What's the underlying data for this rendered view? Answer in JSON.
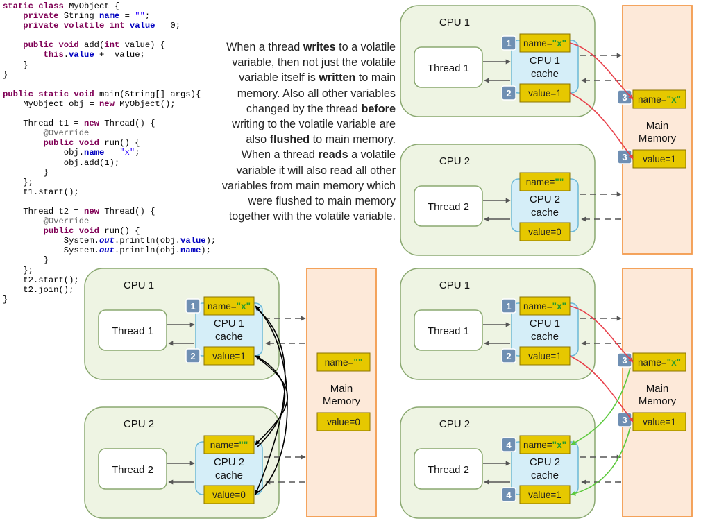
{
  "code": {
    "lines": [
      [
        [
          "kw",
          "static class"
        ],
        [
          "t",
          " MyObject {"
        ]
      ],
      [
        [
          "t",
          "    "
        ],
        [
          "kw",
          "private"
        ],
        [
          "t",
          " String "
        ],
        [
          "fld",
          "name"
        ],
        [
          "t",
          " = "
        ],
        [
          "st",
          "\"\""
        ],
        [
          "t",
          ";"
        ]
      ],
      [
        [
          "t",
          "    "
        ],
        [
          "kw",
          "private volatile int"
        ],
        [
          "t",
          " "
        ],
        [
          "fld",
          "value"
        ],
        [
          "t",
          " = 0;"
        ]
      ],
      [
        [
          "t",
          ""
        ]
      ],
      [
        [
          "t",
          "    "
        ],
        [
          "kw",
          "public void"
        ],
        [
          "t",
          " add("
        ],
        [
          "kw",
          "int"
        ],
        [
          "t",
          " value) {"
        ]
      ],
      [
        [
          "t",
          "        "
        ],
        [
          "kw",
          "this"
        ],
        [
          "t",
          "."
        ],
        [
          "fld",
          "value"
        ],
        [
          "t",
          " += value;"
        ]
      ],
      [
        [
          "t",
          "    }"
        ]
      ],
      [
        [
          "t",
          "}"
        ]
      ],
      [
        [
          "t",
          ""
        ]
      ],
      [
        [
          "kw",
          "public static void"
        ],
        [
          "t",
          " main(String[] args){"
        ]
      ],
      [
        [
          "t",
          "    MyObject obj = "
        ],
        [
          "kw",
          "new"
        ],
        [
          "t",
          " MyObject();"
        ]
      ],
      [
        [
          "t",
          ""
        ]
      ],
      [
        [
          "t",
          "    Thread t1 = "
        ],
        [
          "kw",
          "new"
        ],
        [
          "t",
          " Thread() {"
        ]
      ],
      [
        [
          "t",
          "        "
        ],
        [
          "an",
          "@Override"
        ]
      ],
      [
        [
          "t",
          "        "
        ],
        [
          "kw",
          "public void"
        ],
        [
          "t",
          " run() {"
        ]
      ],
      [
        [
          "t",
          "            obj."
        ],
        [
          "fld",
          "name"
        ],
        [
          "t",
          " = "
        ],
        [
          "st",
          "\"x\""
        ],
        [
          "t",
          ";"
        ]
      ],
      [
        [
          "t",
          "            obj.add(1);"
        ]
      ],
      [
        [
          "t",
          "        }"
        ]
      ],
      [
        [
          "t",
          "    };"
        ]
      ],
      [
        [
          "t",
          "    t1.start();"
        ]
      ],
      [
        [
          "t",
          ""
        ]
      ],
      [
        [
          "t",
          "    Thread t2 = "
        ],
        [
          "kw",
          "new"
        ],
        [
          "t",
          " Thread() {"
        ]
      ],
      [
        [
          "t",
          "        "
        ],
        [
          "an",
          "@Override"
        ]
      ],
      [
        [
          "t",
          "        "
        ],
        [
          "kw",
          "public void"
        ],
        [
          "t",
          " run() {"
        ]
      ],
      [
        [
          "t",
          "            System."
        ],
        [
          "it",
          "out"
        ],
        [
          "t",
          ".println(obj."
        ],
        [
          "fld",
          "value"
        ],
        [
          "t",
          ");"
        ]
      ],
      [
        [
          "t",
          "            System."
        ],
        [
          "it",
          "out"
        ],
        [
          "t",
          ".println(obj."
        ],
        [
          "fld",
          "name"
        ],
        [
          "t",
          ");"
        ]
      ],
      [
        [
          "t",
          "        }"
        ]
      ],
      [
        [
          "t",
          "    };"
        ]
      ],
      [
        [
          "t",
          "    t2.start();"
        ]
      ],
      [
        [
          "t",
          "    t2.join();"
        ]
      ],
      [
        [
          "t",
          "}"
        ]
      ]
    ]
  },
  "description": [
    [
      [
        "n",
        "When a thread "
      ],
      [
        "b",
        "writes"
      ],
      [
        "n",
        " to a volatile"
      ]
    ],
    [
      [
        "n",
        "variable, then not just the volatile"
      ]
    ],
    [
      [
        "n",
        "variable itself is "
      ],
      [
        "b",
        "written"
      ],
      [
        "n",
        " to main"
      ]
    ],
    [
      [
        "n",
        "memory. Also all other variables"
      ]
    ],
    [
      [
        "n",
        "changed by the thread "
      ],
      [
        "b",
        "before"
      ]
    ],
    [
      [
        "n",
        "writing to the volatile variable are"
      ]
    ],
    [
      [
        "n",
        "also "
      ],
      [
        "b",
        "flushed"
      ],
      [
        "n",
        " to main memory."
      ]
    ],
    [
      [
        "n",
        "When a thread "
      ],
      [
        "b",
        "reads"
      ],
      [
        "n",
        " a volatile"
      ]
    ],
    [
      [
        "n",
        "variable it will also read all other"
      ]
    ],
    [
      [
        "n",
        "variables from main memory which"
      ]
    ],
    [
      [
        "n",
        "were flushed to main memory"
      ]
    ],
    [
      [
        "n",
        "together with the volatile variable."
      ]
    ]
  ],
  "colors": {
    "cpu_fill": "#eef4e3",
    "cpu_stroke": "#8aa870",
    "cache_fill": "#d5eef8",
    "cache_stroke": "#6ab8d8",
    "var_fill": "#e6c800",
    "var_stroke": "#8a7300",
    "mem_fill": "#fde9d9",
    "mem_stroke": "#f39a4c",
    "badge_fill": "#6f8fb3",
    "red_arrow": "#e8404a",
    "green_arrow": "#5cc93c",
    "black_arrow": "#000000",
    "dash_arrow": "#555555",
    "string_value": "#2a9a2a"
  },
  "panels": [
    {
      "id": "panel-top-right",
      "cpus": [
        {
          "title": "CPU 1",
          "thread": "Thread 1",
          "cache": [
            "CPU 1",
            "cache"
          ],
          "name_var": {
            "key": "name=",
            "val": "\"x\""
          },
          "value_var": "value=1",
          "name_badge": "1",
          "value_badge": "2"
        },
        {
          "title": "CPU 2",
          "thread": "Thread 2",
          "cache": [
            "CPU 2",
            "cache"
          ],
          "name_var": {
            "key": "name=",
            "val": "\"\""
          },
          "value_var": "value=0",
          "name_badge": "",
          "value_badge": ""
        }
      ],
      "memory": {
        "title": [
          "Main",
          "Memory"
        ],
        "name_var": {
          "key": "name=",
          "val": "\"x\""
        },
        "value_var": "value=1",
        "name_badge": "3",
        "value_badge": "3"
      },
      "arrows": "write"
    },
    {
      "id": "panel-bottom-left",
      "cpus": [
        {
          "title": "CPU 1",
          "thread": "Thread 1",
          "cache": [
            "CPU 1",
            "cache"
          ],
          "name_var": {
            "key": "name=",
            "val": "\"x\""
          },
          "value_var": "value=1",
          "name_badge": "1",
          "value_badge": "2"
        },
        {
          "title": "CPU 2",
          "thread": "Thread 2",
          "cache": [
            "CPU 2",
            "cache"
          ],
          "name_var": {
            "key": "name=",
            "val": "\"\""
          },
          "value_var": "value=0",
          "name_badge": "",
          "value_badge": ""
        }
      ],
      "memory": {
        "title": [
          "Main",
          "Memory"
        ],
        "name_var": {
          "key": "name=",
          "val": "\"\""
        },
        "value_var": "value=0",
        "name_badge": "",
        "value_badge": ""
      },
      "arrows": "black"
    },
    {
      "id": "panel-bottom-right",
      "cpus": [
        {
          "title": "CPU 1",
          "thread": "Thread 1",
          "cache": [
            "CPU 1",
            "cache"
          ],
          "name_var": {
            "key": "name=",
            "val": "\"x\""
          },
          "value_var": "value=1",
          "name_badge": "1",
          "value_badge": "2"
        },
        {
          "title": "CPU 2",
          "thread": "Thread 2",
          "cache": [
            "CPU 2",
            "cache"
          ],
          "name_var": {
            "key": "name=",
            "val": "\"x\""
          },
          "value_var": "value=1",
          "name_badge": "4",
          "value_badge": "4"
        }
      ],
      "memory": {
        "title": [
          "Main",
          "Memory"
        ],
        "name_var": {
          "key": "name=",
          "val": "\"x\""
        },
        "value_var": "value=1",
        "name_badge": "3",
        "value_badge": "3"
      },
      "arrows": "read"
    }
  ]
}
